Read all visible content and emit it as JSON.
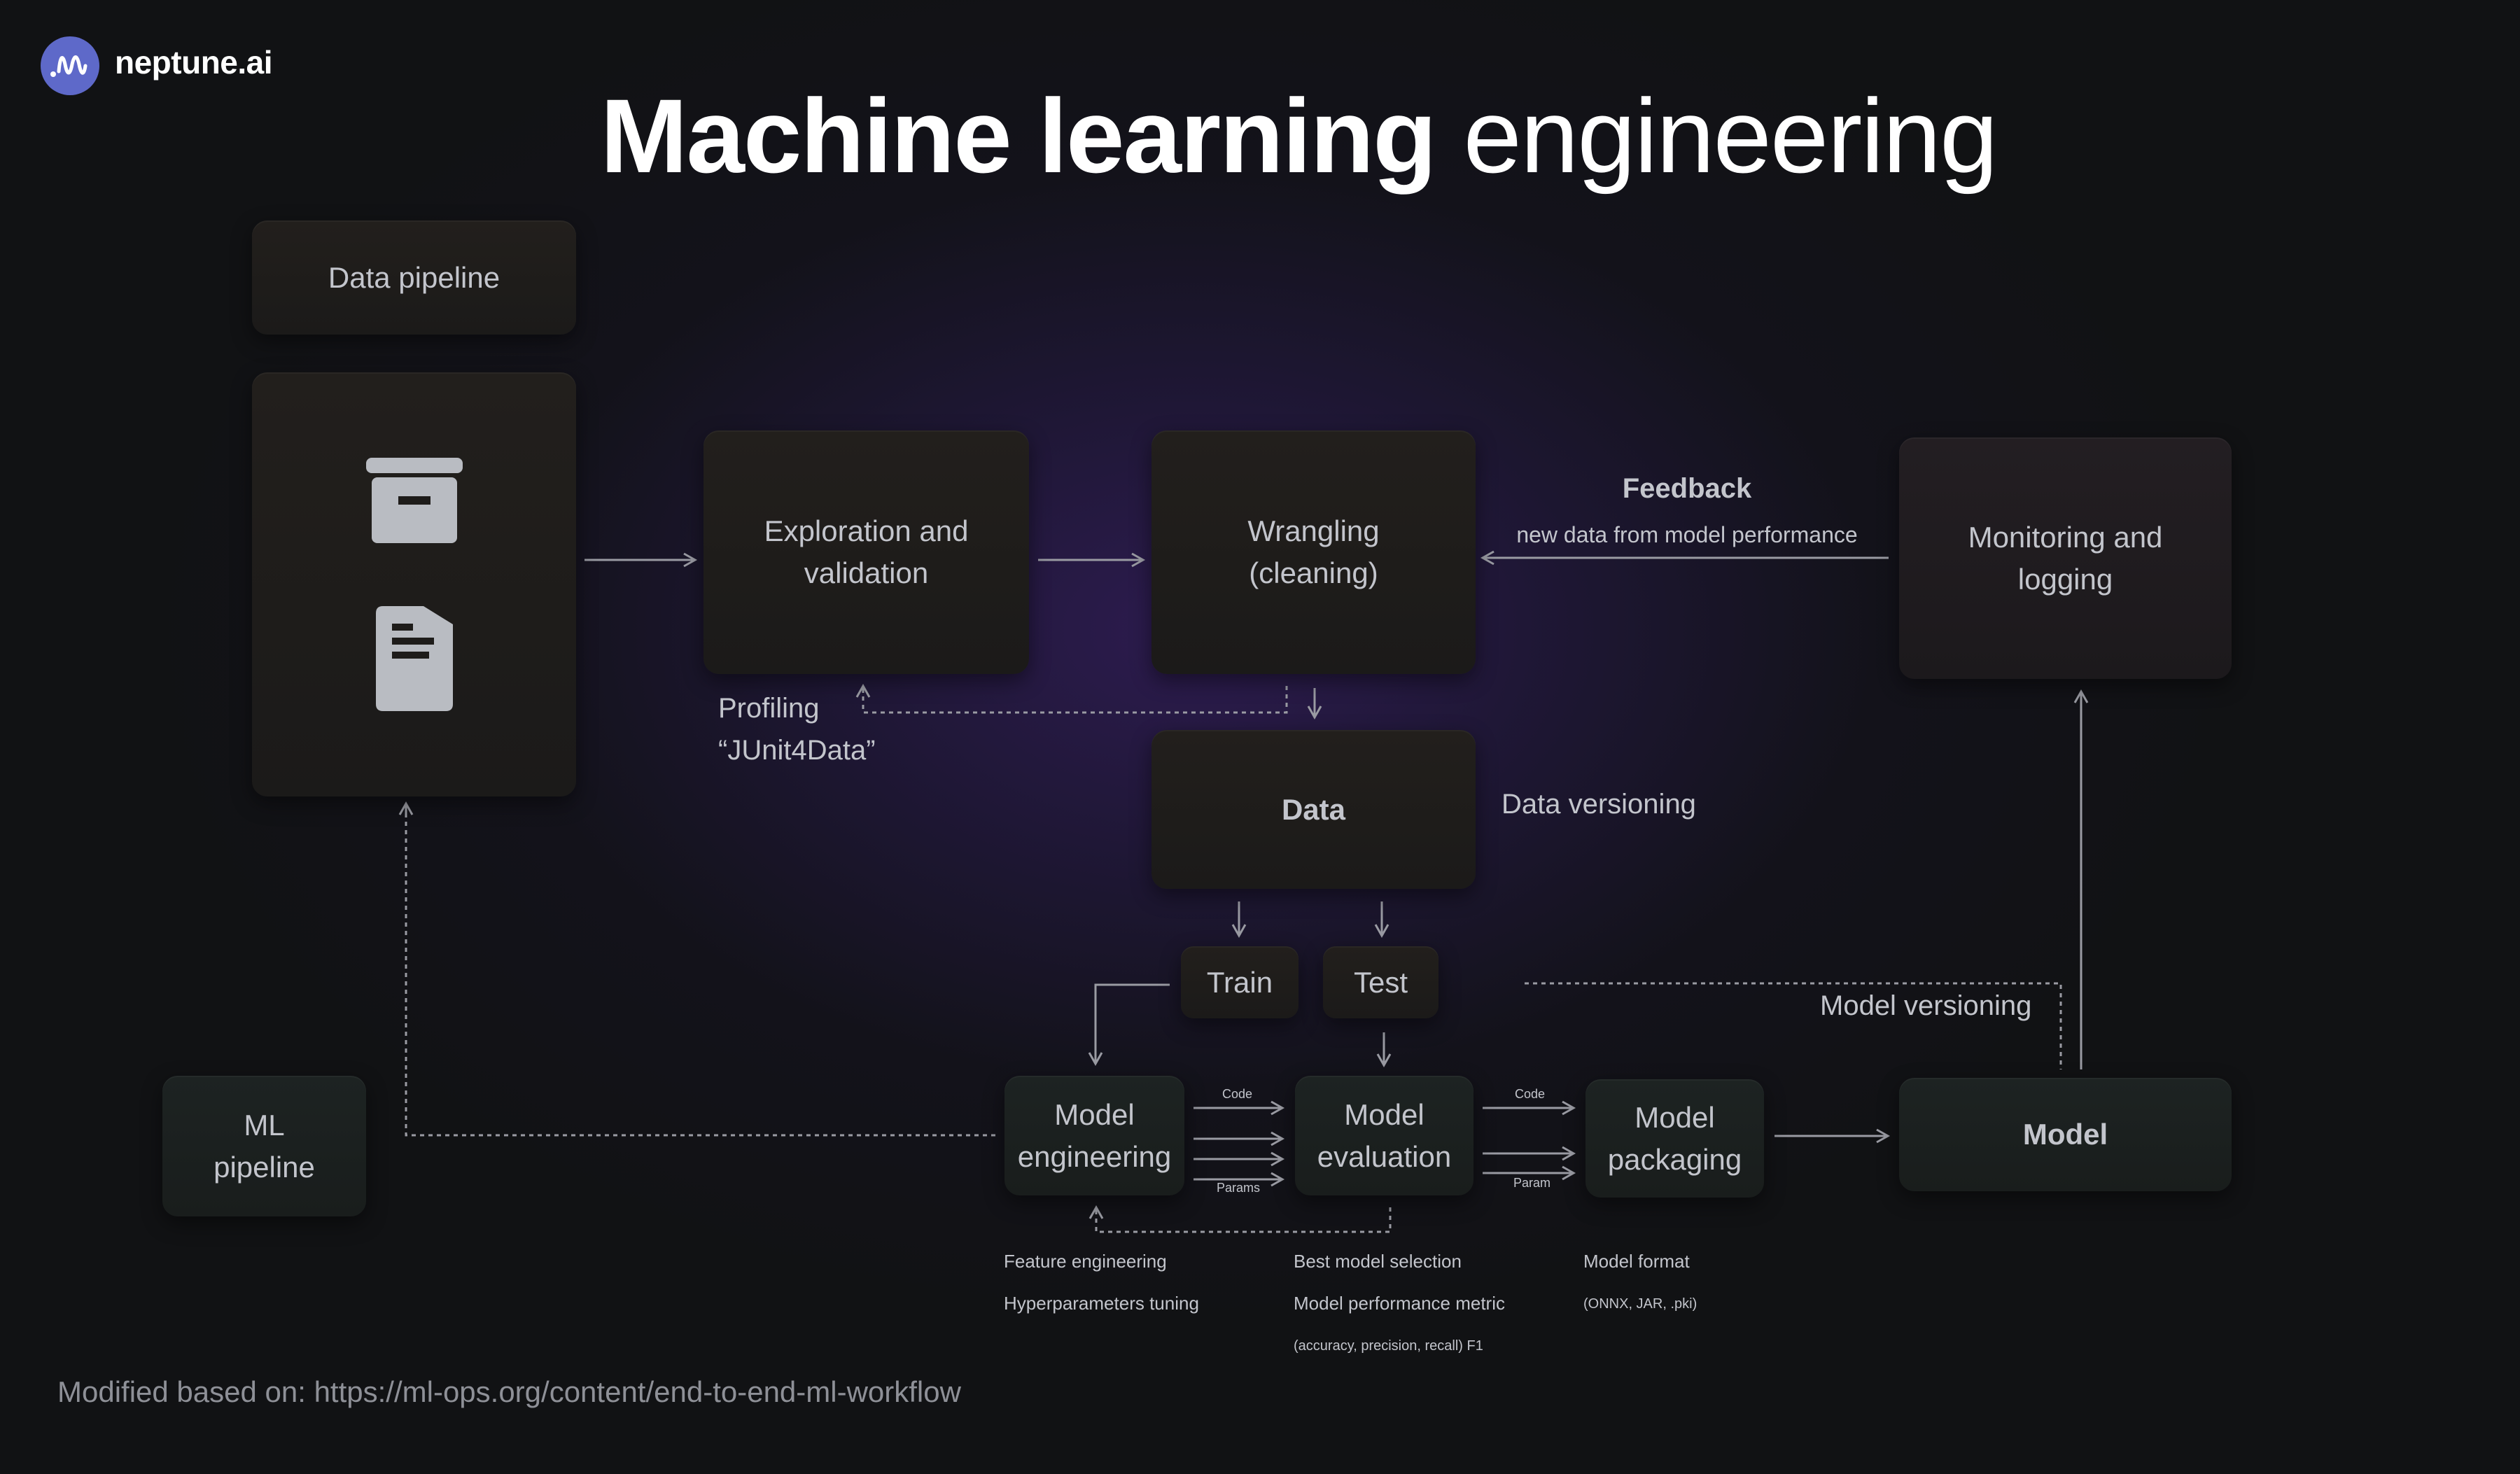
{
  "brand": {
    "logo_icon": "neptune-wave-icon",
    "name": "neptune.ai",
    "color": "#5e69c9"
  },
  "title": {
    "bold": "Machine learning",
    "light": "engineering"
  },
  "nodes": {
    "data_pipeline": "Data pipeline",
    "data_pipeline_icons": [
      "archive-box-icon",
      "document-icon"
    ],
    "exploration": "Exploration and\nvalidation",
    "wrangling": "Wrangling\n(cleaning)",
    "monitoring": "Monitoring and\nlogging",
    "data": "Data",
    "train": "Train",
    "test": "Test",
    "model_engineering": "Model\nengineering",
    "model_evaluation": "Model\nevaluation",
    "model_packaging": "Model\npackaging",
    "model": "Model",
    "ml_pipeline": "ML\npipeline"
  },
  "annotations": {
    "feedback_title": "Feedback",
    "feedback_subtitle": "new data from model performance",
    "profiling": "Profiling",
    "junit": "“JUnit4Data”",
    "data_versioning": "Data versioning",
    "model_versioning": "Model versioning",
    "code_1": "Code",
    "params_1": "Params",
    "code_2": "Code",
    "param_2": "Param"
  },
  "notes": {
    "engineering": [
      "Feature engineering",
      "Hyperparameters tuning"
    ],
    "evaluation": [
      "Best model selection",
      "Model performance metric",
      "(accuracy, precision, recall) F1"
    ],
    "packaging": [
      "Model format",
      "(ONNX, JAR, .pki)"
    ]
  },
  "footer": "Modified based on: https://ml-ops.org/content/end-to-end-ml-workflow",
  "colors": {
    "background": "#111214",
    "glow": "#2e1c52",
    "box": "#1f1c1a",
    "box_green": "#1b201f",
    "line": "#9a9ba3",
    "text": "#c3c5cc"
  }
}
